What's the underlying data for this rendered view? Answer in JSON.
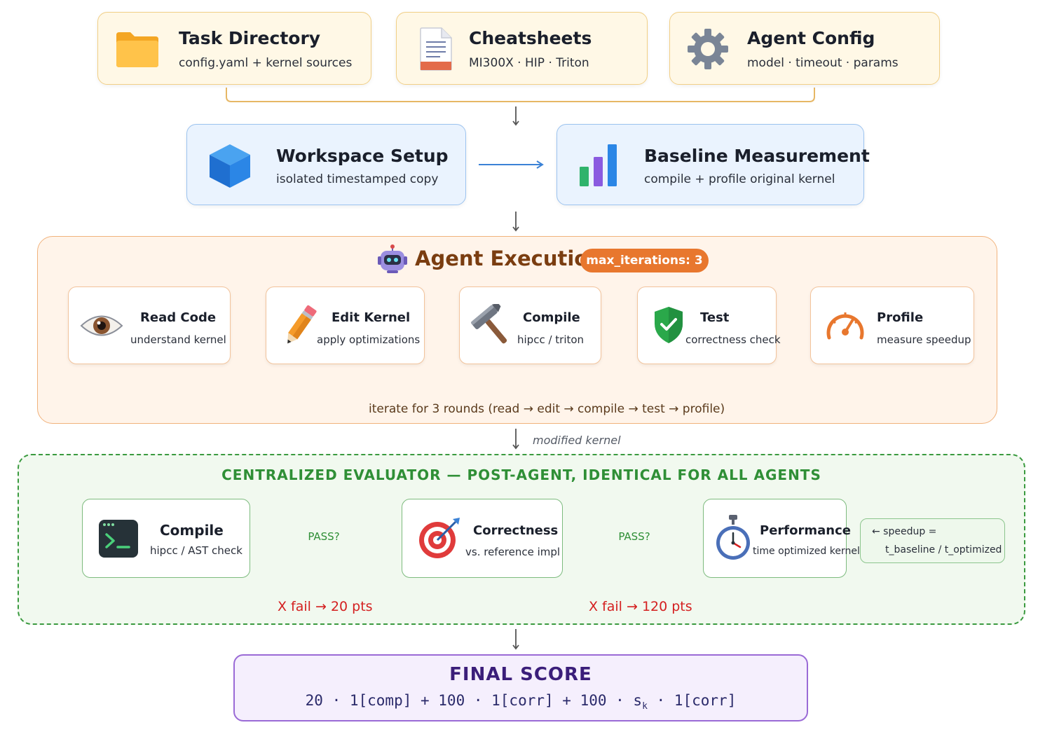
{
  "inputs": {
    "task_directory": {
      "title": "Task Directory",
      "subtitle": "config.yaml + kernel sources",
      "icon": "folder-icon"
    },
    "cheatsheets": {
      "title": "Cheatsheets",
      "subtitle": "MI300X · HIP · Triton",
      "icon": "document-icon"
    },
    "agent_config": {
      "title": "Agent Config",
      "subtitle": "model · timeout · params",
      "icon": "gear-icon"
    }
  },
  "setup": {
    "workspace": {
      "title": "Workspace Setup",
      "subtitle": "isolated timestamped copy",
      "icon": "cube-icon"
    },
    "baseline": {
      "title": "Baseline Measurement",
      "subtitle": "compile + profile original kernel",
      "icon": "bar-chart-icon"
    }
  },
  "agent": {
    "title": "Agent Execution",
    "badge": "max_iterations: 3",
    "icon": "robot-icon",
    "steps": [
      {
        "title": "Read Code",
        "subtitle": "understand kernel",
        "icon": "eye-icon"
      },
      {
        "title": "Edit Kernel",
        "subtitle": "apply optimizations",
        "icon": "pencil-icon"
      },
      {
        "title": "Compile",
        "subtitle": "hipcc / triton",
        "icon": "hammer-icon"
      },
      {
        "title": "Test",
        "subtitle": "correctness check",
        "icon": "shield-check-icon"
      },
      {
        "title": "Profile",
        "subtitle": "measure speedup",
        "icon": "gauge-icon"
      }
    ],
    "loop_caption": "iterate for 3 rounds (read → edit → compile → test → profile)"
  },
  "edge_label_modified": "modified kernel",
  "evaluator": {
    "title": "CENTRALIZED EVALUATOR — POST-AGENT, IDENTICAL FOR ALL AGENTS",
    "compile": {
      "title": "Compile",
      "subtitle": "hipcc / AST check",
      "icon": "terminal-icon"
    },
    "decision1": "PASS?",
    "fail1": "X  fail → 20 pts",
    "correctness": {
      "title": "Correctness",
      "subtitle": "vs. reference impl",
      "icon": "target-icon"
    },
    "decision2": "PASS?",
    "fail2": "X  fail → 120 pts",
    "performance": {
      "title": "Performance",
      "subtitle": "time optimized kernel",
      "icon": "stopwatch-icon"
    },
    "note_line1": "← speedup =",
    "note_line2": "t_baseline / t_optimized"
  },
  "final": {
    "title": "FINAL SCORE",
    "formula_part1": "20 · 1[comp] + 100 · 1[corr] + 100 · s",
    "formula_sub": "k",
    "formula_part2": " · 1[corr]"
  },
  "colors": {
    "input_fill": "#fff8e6",
    "blue_fill": "#eaf3fe",
    "agent_fill": "#fff4ea",
    "agent_accent": "#e8772e",
    "eval_green": "#2f8f36",
    "fail_red": "#d42020",
    "final_purple": "#3b1e7a"
  }
}
